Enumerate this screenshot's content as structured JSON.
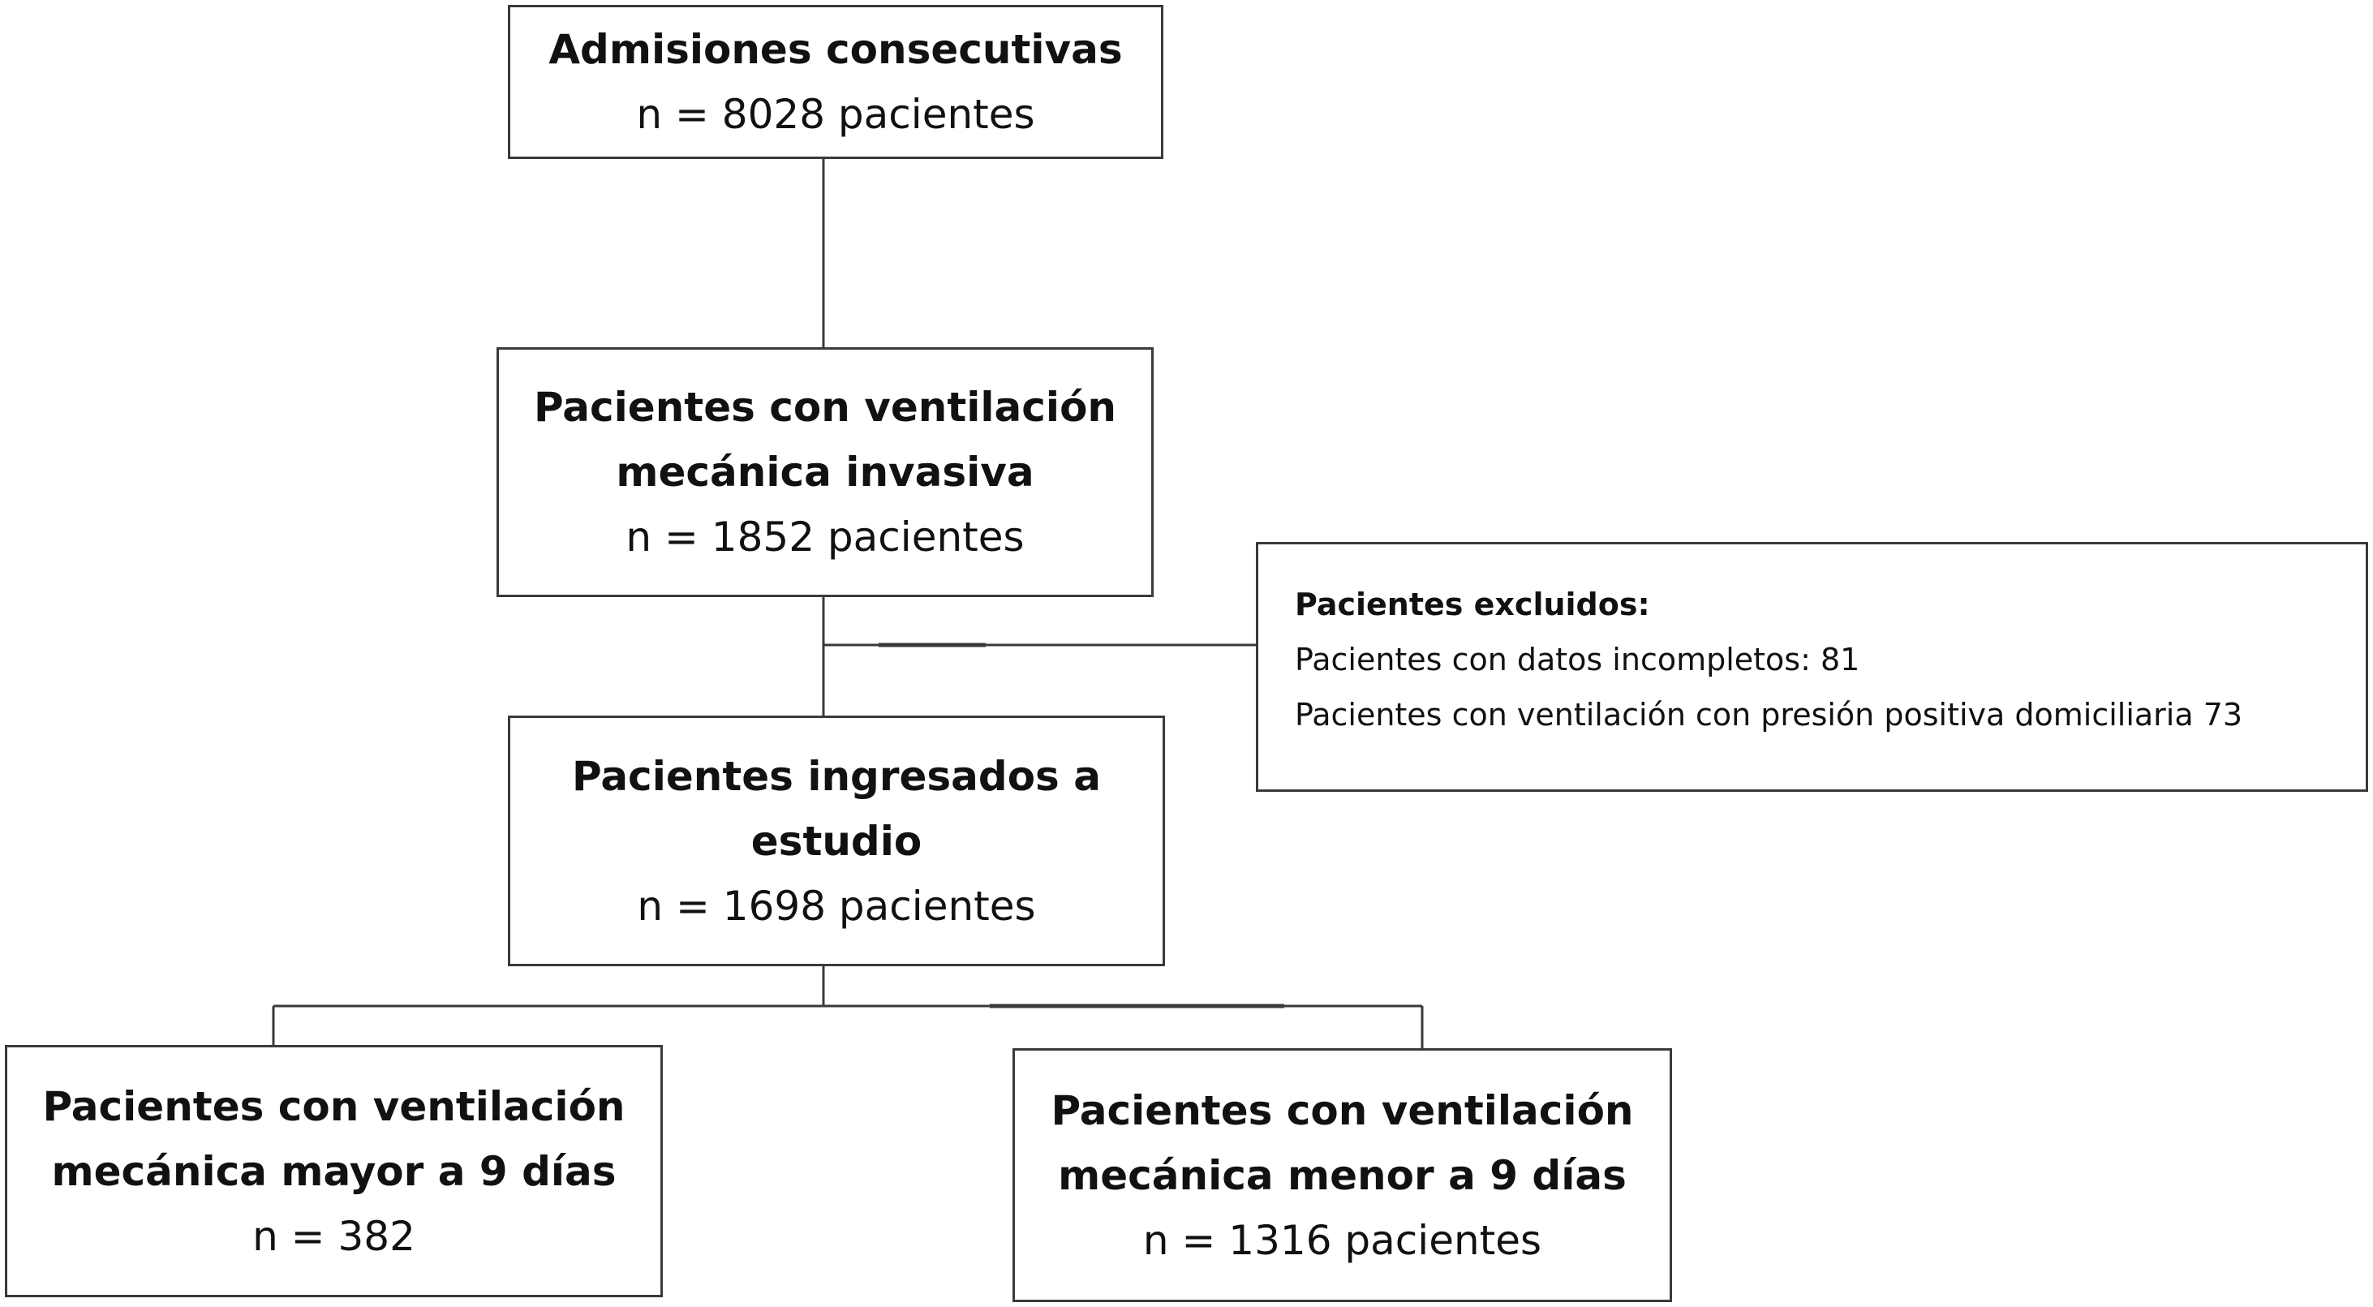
{
  "boxes": {
    "admissions": {
      "title": "Admisiones consecutivas",
      "count": "n = 8028 pacientes"
    },
    "ventilated": {
      "title_line1": "Pacientes con ventilación",
      "title_line2": "mecánica invasiva",
      "count": "n = 1852 pacientes"
    },
    "excluded": {
      "heading": "Pacientes excluidos:",
      "items": [
        "Pacientes con datos incompletos: 81",
        "Pacientes con ventilación con presión positiva domiciliaria 73"
      ]
    },
    "study": {
      "title_line1": "Pacientes ingresados a",
      "title_line2": "estudio",
      "count": "n = 1698 pacientes"
    },
    "over9": {
      "title_line1": "Pacientes con ventilación",
      "title_line2": "mecánica mayor a 9 días",
      "count": "n = 382"
    },
    "under9": {
      "title_line1": "Pacientes con ventilación",
      "title_line2": "mecánica menor a 9 días",
      "count": "n = 1316 pacientes"
    }
  }
}
